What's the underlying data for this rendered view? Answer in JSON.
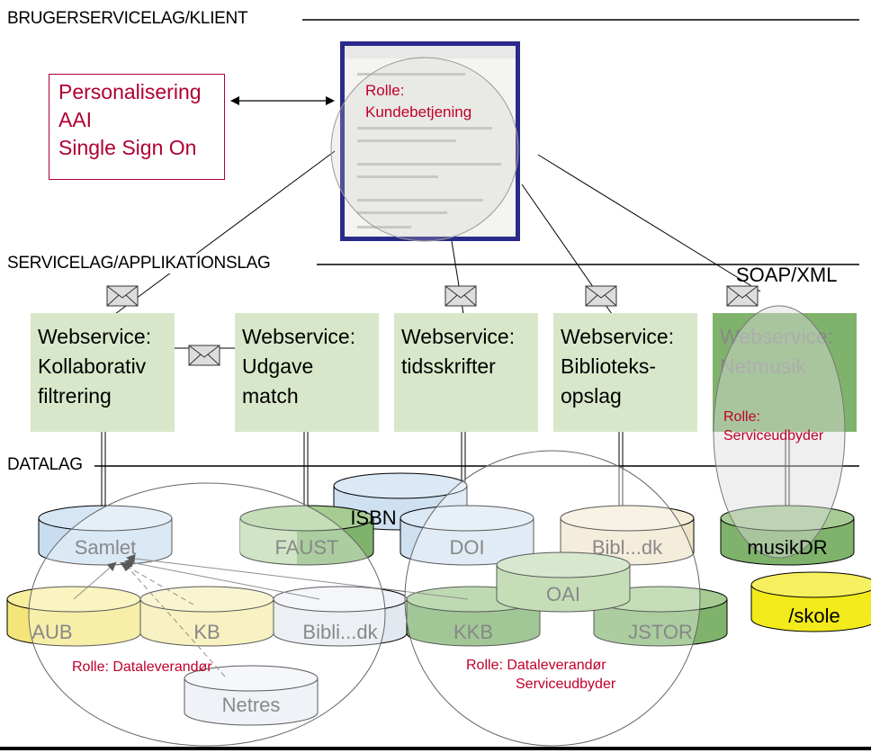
{
  "layers": {
    "client": "BRUGERSERVICELAG/KLIENT",
    "service": "SERVICELAG/APPLIKATIONSLAG",
    "data": "DATALAG"
  },
  "personalization": [
    "Personalisering",
    "AAI",
    "Single Sign On"
  ],
  "client_role": [
    "Rolle:",
    "Kundebetjening"
  ],
  "soap_label": "SOAP/XML",
  "webservices": [
    [
      "Webservice:",
      "Kollaborativ",
      "filtrering"
    ],
    [
      "Webservice:",
      "Udgave",
      "match"
    ],
    [
      "Webservice:",
      "tidsskrifter"
    ],
    [
      "Webservice:",
      "Biblioteks-",
      "opslag"
    ],
    [
      "Webservice:",
      "Netmusik"
    ]
  ],
  "service_role": [
    "Rolle:",
    "Serviceudbyder"
  ],
  "databases": {
    "samlet": "Samlet",
    "faust": "FAUST",
    "isbn": "ISBN",
    "doi": "DOI",
    "bibl_top": "Bibl...dk",
    "musikdr": "musikDR",
    "aub": "AUB",
    "kb": "KB",
    "bibli_bottom": "Bibli...dk",
    "kkb": "KKB",
    "oai": "OAI",
    "jstor": "JSTOR",
    "skole": "/skole",
    "netres": "Netres"
  },
  "data_role_left": "Rolle: Dataleverandør",
  "data_role_right": [
    "Rolle: Dataleverandør",
    "Serviceudbyder"
  ],
  "colors": {
    "role_red": "#c0002a",
    "service_box": "#d8e7c9",
    "green_db": "#7fb36c",
    "yellow_db": "#f3e57a",
    "blue_db": "#cfe0f0",
    "beige_db": "#efe3c8",
    "skole_yellow": "#f2ea1a"
  },
  "icons": [
    "envelope-icon",
    "screenshot-thumbnail"
  ]
}
